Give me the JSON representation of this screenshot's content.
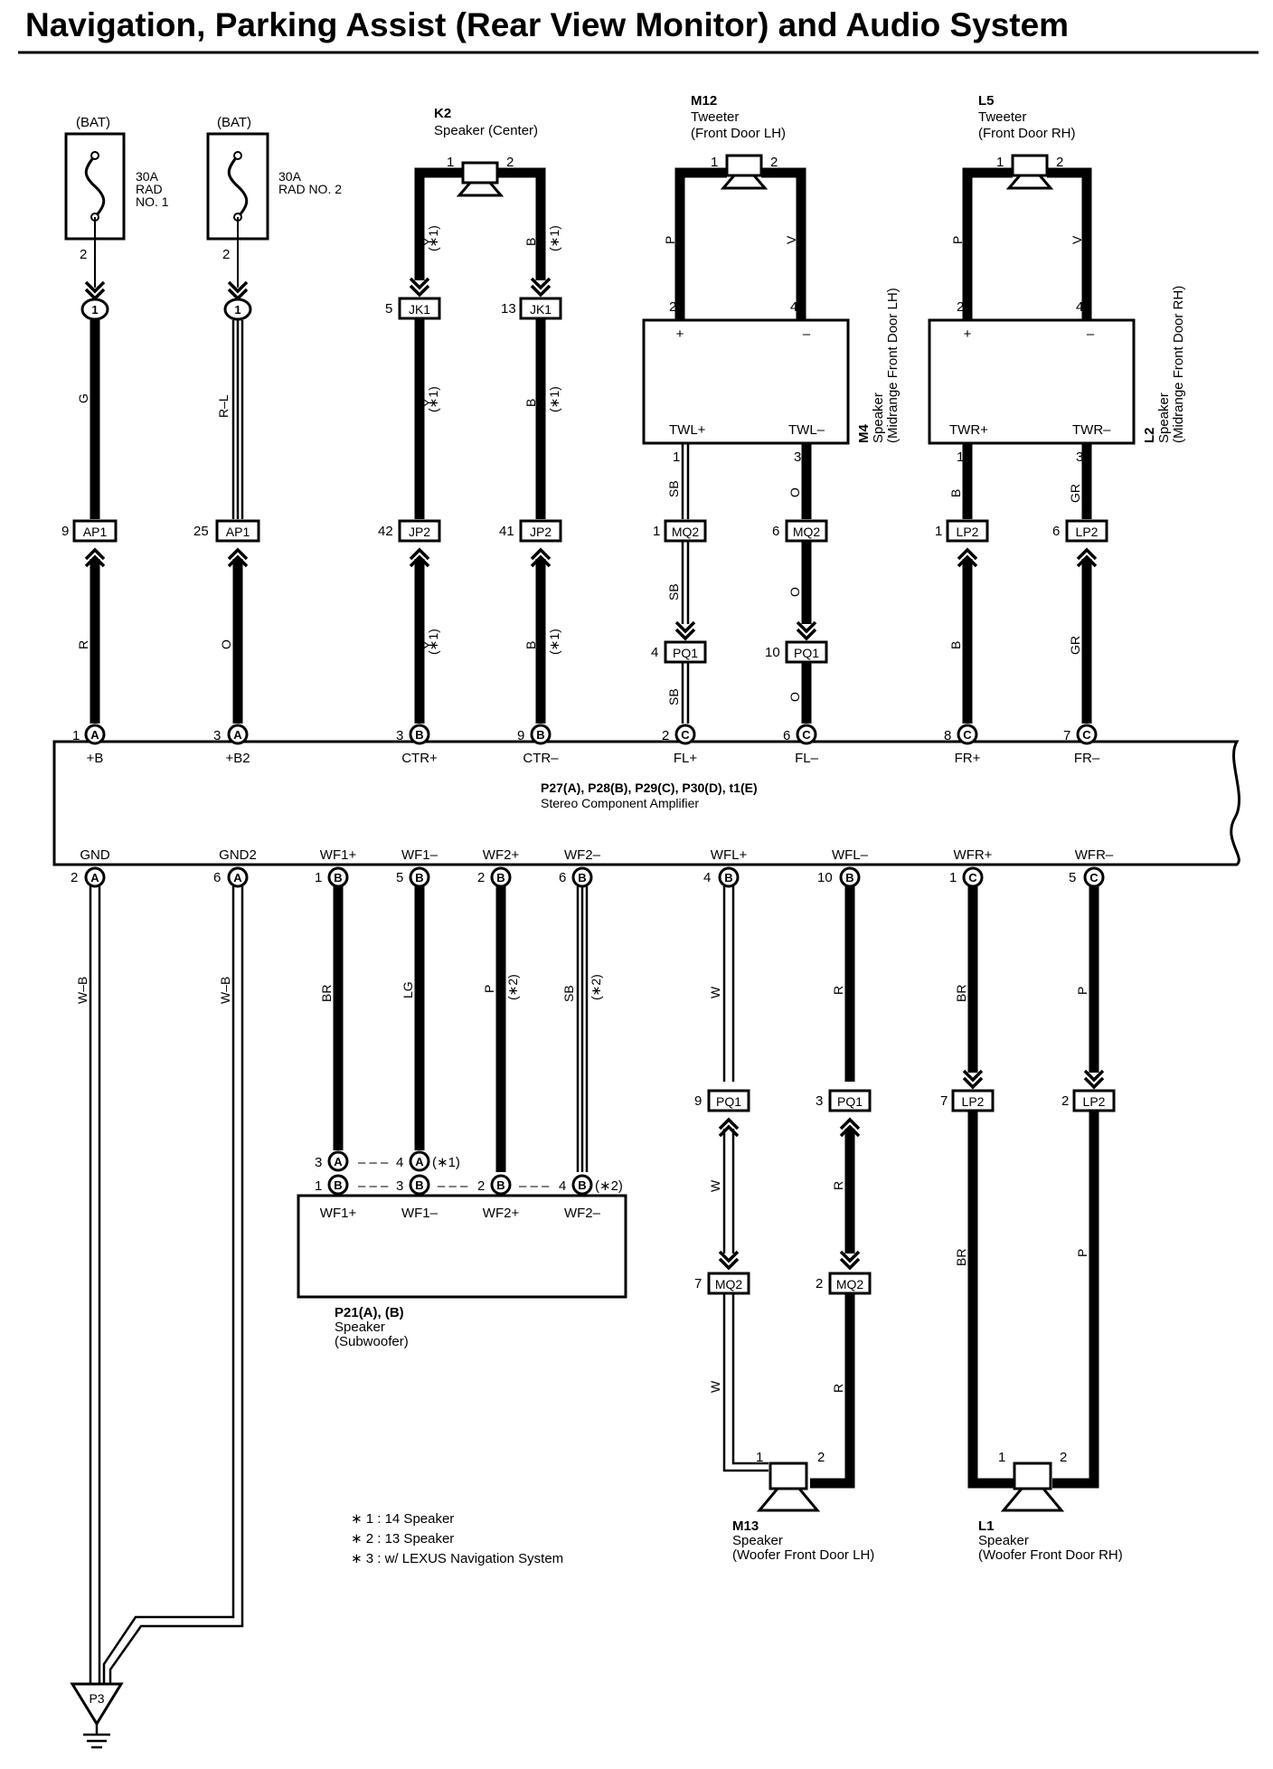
{
  "title": "Navigation, Parking Assist (Rear View Monitor) and Audio System",
  "fuses": [
    {
      "source": "(BAT)",
      "line1": "30A",
      "line2": "RAD",
      "line3": "NO. 1",
      "pin": "2"
    },
    {
      "source": "(BAT)",
      "line1": "30A",
      "line2": "RAD NO. 2",
      "line3": "",
      "pin": "2"
    }
  ],
  "components": {
    "k2": {
      "code": "K2",
      "name": "Speaker (Center)",
      "pin1": "1",
      "pin2": "2"
    },
    "m12": {
      "code": "M12",
      "name": "Tweeter",
      "sub": "(Front Door LH)",
      "pin1": "1",
      "pin2": "2"
    },
    "l5": {
      "code": "L5",
      "name": "Tweeter",
      "sub": "(Front Door RH)",
      "pin1": "1",
      "pin2": "2"
    },
    "m4": {
      "code": "M4",
      "name": "Speaker",
      "sub": "(Midrange Front Door LH)",
      "plus": "+",
      "minus": "–",
      "pin_plus": "2",
      "pin_minus": "4",
      "out_plus": "TWL+",
      "out_minus": "TWL–",
      "out_pin1": "1",
      "out_pin2": "3"
    },
    "l2": {
      "code": "L2",
      "name": "Speaker",
      "sub": "(Midrange Front Door RH)",
      "plus": "+",
      "minus": "–",
      "pin_plus": "2",
      "pin_minus": "4",
      "out_plus": "TWR+",
      "out_minus": "TWR–",
      "out_pin1": "1",
      "out_pin2": "3"
    },
    "amp": {
      "name": "P27(A), P28(B), P29(C), P30(D), t1(E)",
      "sub": "Stereo Component Amplifier"
    },
    "p21": {
      "code": "P21(A), (B)",
      "name": "Speaker",
      "sub": "(Subwoofer)",
      "terms": [
        "WF1+",
        "WF1–",
        "WF2+",
        "WF2–"
      ]
    },
    "m13": {
      "code": "M13",
      "name": "Speaker",
      "sub": "(Woofer Front Door LH)",
      "pin1": "1",
      "pin2": "2"
    },
    "l1": {
      "code": "L1",
      "name": "Speaker",
      "sub": "(Woofer Front Door RH)",
      "pin1": "1",
      "pin2": "2"
    },
    "ground": {
      "code": "P3"
    }
  },
  "amp_top_terms": [
    {
      "pin": "1",
      "conn": "A",
      "label": "+B"
    },
    {
      "pin": "3",
      "conn": "A",
      "label": "+B2"
    },
    {
      "pin": "3",
      "conn": "B",
      "label": "CTR+"
    },
    {
      "pin": "9",
      "conn": "B",
      "label": "CTR–"
    },
    {
      "pin": "2",
      "conn": "C",
      "label": "FL+"
    },
    {
      "pin": "6",
      "conn": "C",
      "label": "FL–"
    },
    {
      "pin": "8",
      "conn": "C",
      "label": "FR+"
    },
    {
      "pin": "7",
      "conn": "C",
      "label": "FR–"
    }
  ],
  "amp_bottom_terms": [
    {
      "pin": "2",
      "conn": "A",
      "label": "GND"
    },
    {
      "pin": "6",
      "conn": "A",
      "label": "GND2"
    },
    {
      "pin": "1",
      "conn": "B",
      "label": "WF1+"
    },
    {
      "pin": "5",
      "conn": "B",
      "label": "WF1–"
    },
    {
      "pin": "2",
      "conn": "B",
      "label": "WF2+"
    },
    {
      "pin": "6",
      "conn": "B",
      "label": "WF2–"
    },
    {
      "pin": "4",
      "conn": "B",
      "label": "WFL+"
    },
    {
      "pin": "10",
      "conn": "B",
      "label": "WFL–"
    },
    {
      "pin": "1",
      "conn": "C",
      "label": "WFR+"
    },
    {
      "pin": "5",
      "conn": "C",
      "label": "WFR–"
    }
  ],
  "top_connectors": {
    "fuse_junction": {
      "code": "1"
    },
    "jk1_a": {
      "pin": "5",
      "code": "JK1"
    },
    "jk1_b": {
      "pin": "13",
      "code": "JK1"
    },
    "ap1_a": {
      "pin": "9",
      "code": "AP1"
    },
    "ap1_b": {
      "pin": "25",
      "code": "AP1"
    },
    "jp2_a": {
      "pin": "42",
      "code": "JP2"
    },
    "jp2_b": {
      "pin": "41",
      "code": "JP2"
    },
    "mq2_a": {
      "pin": "1",
      "code": "MQ2"
    },
    "mq2_b": {
      "pin": "6",
      "code": "MQ2"
    },
    "lp2_a": {
      "pin": "1",
      "code": "LP2"
    },
    "lp2_b": {
      "pin": "6",
      "code": "LP2"
    },
    "pq1_a": {
      "pin": "4",
      "code": "PQ1"
    },
    "pq1_b": {
      "pin": "10",
      "code": "PQ1"
    }
  },
  "bottom_connectors": {
    "pq1_c": {
      "pin": "9",
      "code": "PQ1"
    },
    "pq1_d": {
      "pin": "3",
      "code": "PQ1"
    },
    "lp2_c": {
      "pin": "7",
      "code": "LP2"
    },
    "lp2_d": {
      "pin": "2",
      "code": "LP2"
    },
    "mq2_c": {
      "pin": "7",
      "code": "MQ2"
    },
    "mq2_d": {
      "pin": "2",
      "code": "MQ2"
    }
  },
  "sub_pins": {
    "row1": [
      {
        "pin": "3",
        "conn": "A"
      },
      {
        "pin": "4",
        "conn": "A",
        "note": "(∗1)"
      }
    ],
    "row2": [
      {
        "pin": "1",
        "conn": "B"
      },
      {
        "pin": "3",
        "conn": "B"
      },
      {
        "pin": "2",
        "conn": "B"
      },
      {
        "pin": "4",
        "conn": "B",
        "note": "(∗2)"
      }
    ],
    "dash": "– – –"
  },
  "wire_colors": {
    "g": "G",
    "rl": "R–L",
    "y": "Y",
    "b": "B",
    "p": "P",
    "v": "V",
    "r": "R",
    "o": "O",
    "sb": "SB",
    "gr": "GR",
    "wb": "W–B",
    "br": "BR",
    "lg": "LG",
    "w": "W"
  },
  "notes": {
    "n1": "(∗1)",
    "n2": "(∗2)"
  },
  "footnotes": [
    "∗ 1 : 14 Speaker",
    "∗ 2 : 13 Speaker",
    "∗ 3 : w/ LEXUS Navigation System"
  ]
}
